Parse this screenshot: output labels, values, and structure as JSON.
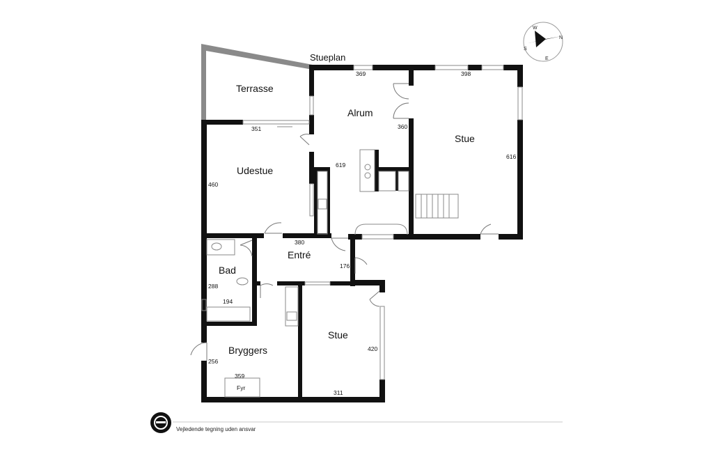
{
  "plan": {
    "title": "Stueplan",
    "rooms": {
      "terrasse": "Terrasse",
      "alrum": "Alrum",
      "stue_big": "Stue",
      "udestue": "Udestue",
      "entre": "Entré",
      "bad": "Bad",
      "bryggers": "Bryggers",
      "stue_small": "Stue",
      "fyr": "Fyr"
    },
    "dimensions": {
      "d369": "369",
      "d398": "398",
      "d351": "351",
      "d360": "360",
      "d616": "616",
      "d619": "619",
      "d460": "460",
      "d380": "380",
      "d176": "176",
      "d288": "288",
      "d194": "194",
      "d256": "256",
      "d359": "359",
      "d420": "420",
      "d311": "311"
    }
  },
  "compass": {
    "n": "N",
    "s": "S",
    "w": "W",
    "e": "E"
  },
  "footer": {
    "disclaimer": "Vejledende tegning uden ansvar"
  },
  "colors": {
    "wall": "#111111",
    "terrace": "#8a8a8a",
    "window": "#9a9a9a",
    "line": "#c8c8c8"
  }
}
